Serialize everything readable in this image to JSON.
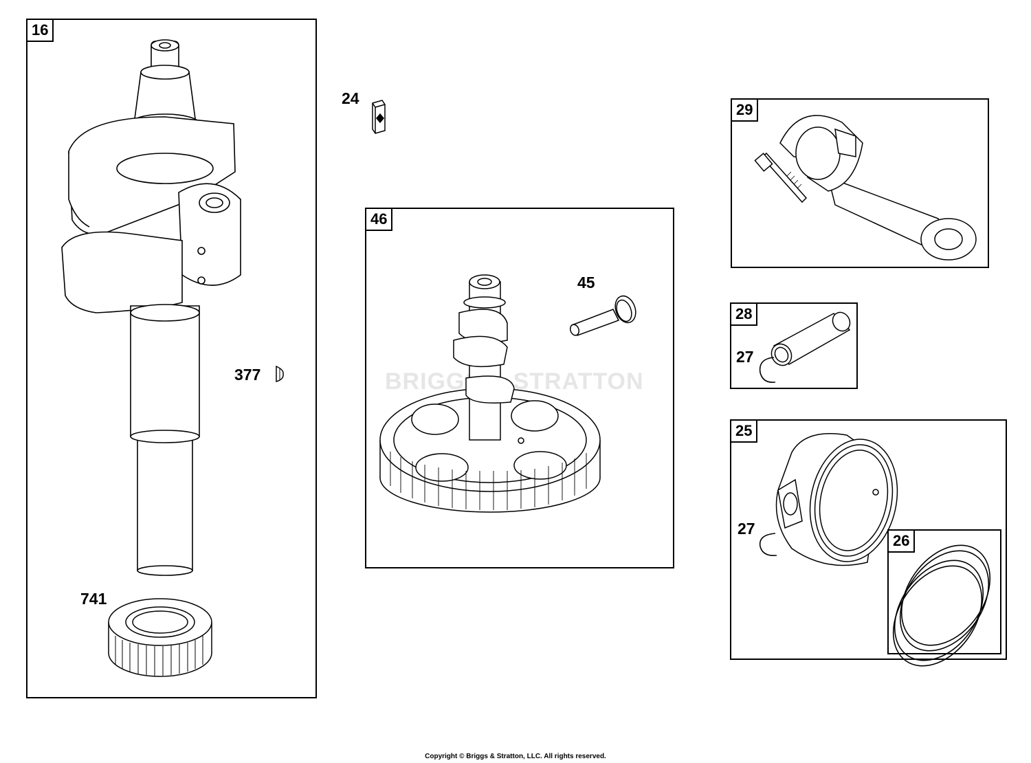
{
  "panels": {
    "crankshaft": {
      "ref": "16"
    },
    "camshaft": {
      "ref": "46"
    },
    "connecting_rod": {
      "ref": "29"
    },
    "piston_pin": {
      "ref": "28"
    },
    "piston": {
      "ref": "25"
    },
    "ring_set": {
      "ref": "26"
    }
  },
  "callouts": {
    "key_24": "24",
    "key_377": "377",
    "gear_741": "741",
    "valve_45": "45",
    "clip_27_a": "27",
    "clip_27_b": "27"
  },
  "watermark": "BRIGGS & STRATTON",
  "footer": {
    "copyright": "Copyright © Briggs & Stratton, LLC. All rights reserved."
  },
  "icons": [
    "crankshaft-icon",
    "timing-key-icon",
    "crank-gear-icon",
    "camshaft-gear-icon",
    "valve-tappet-icon",
    "connecting-rod-icon",
    "piston-pin-icon",
    "retaining-clip-icon",
    "piston-icon",
    "piston-ring-set-icon"
  ]
}
